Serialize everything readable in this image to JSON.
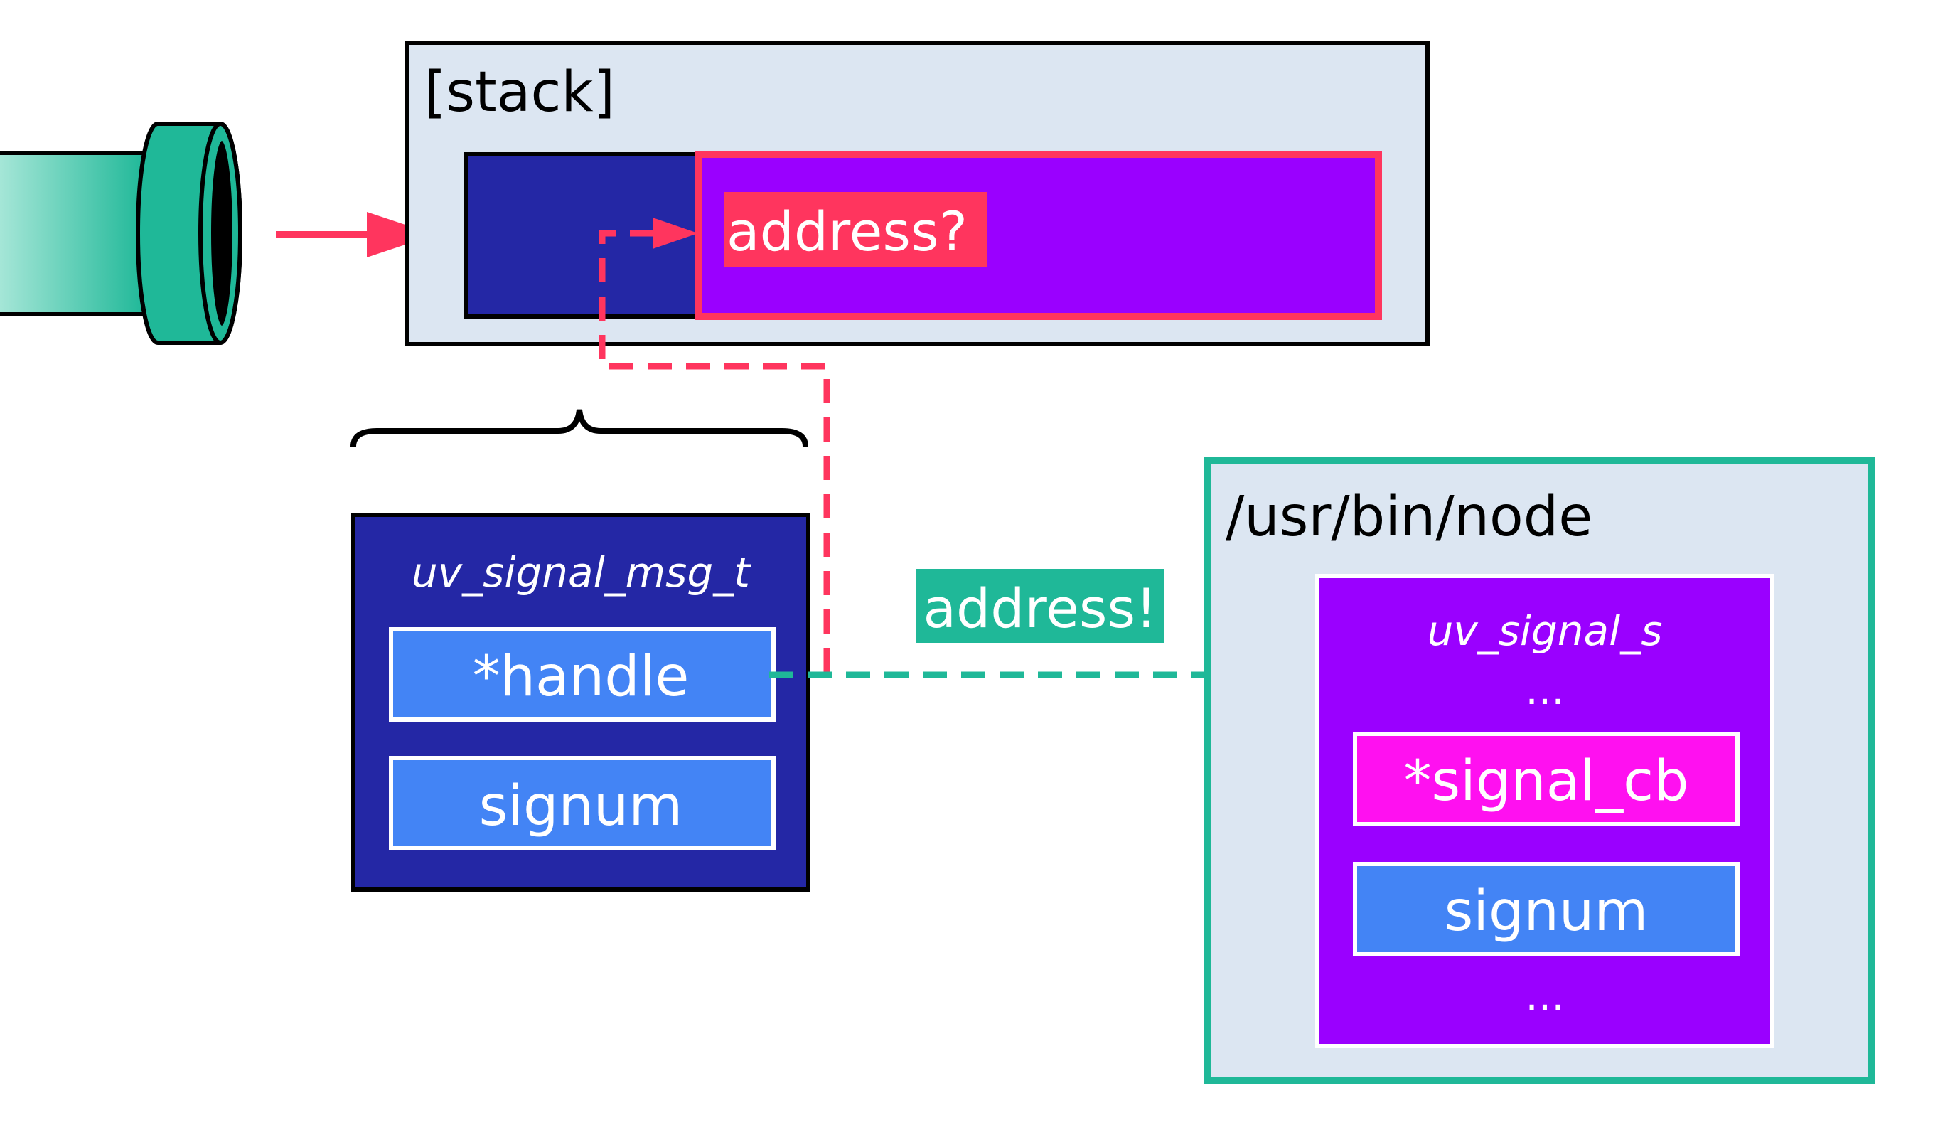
{
  "stack": {
    "label": "[stack]",
    "address_unknown": "address?"
  },
  "msg_struct": {
    "type_name": "uv_signal_msg_t",
    "fields": [
      "*handle",
      "signum"
    ]
  },
  "node_binary": {
    "label": "/usr/bin/node",
    "struct": {
      "type_name": "uv_signal_s",
      "ellipsis_top": "...",
      "fields": [
        "*signal_cb",
        "signum"
      ],
      "ellipsis_bottom": "..."
    }
  },
  "pointer_label": "address!",
  "colors": {
    "stack_bg": "#dce6f2",
    "navy": "#2427a5",
    "purple": "#9a00ff",
    "pink_red": "#ff355e",
    "teal": "#1fb898",
    "field_blue": "#4384f5",
    "magenta": "#ff10f0"
  }
}
